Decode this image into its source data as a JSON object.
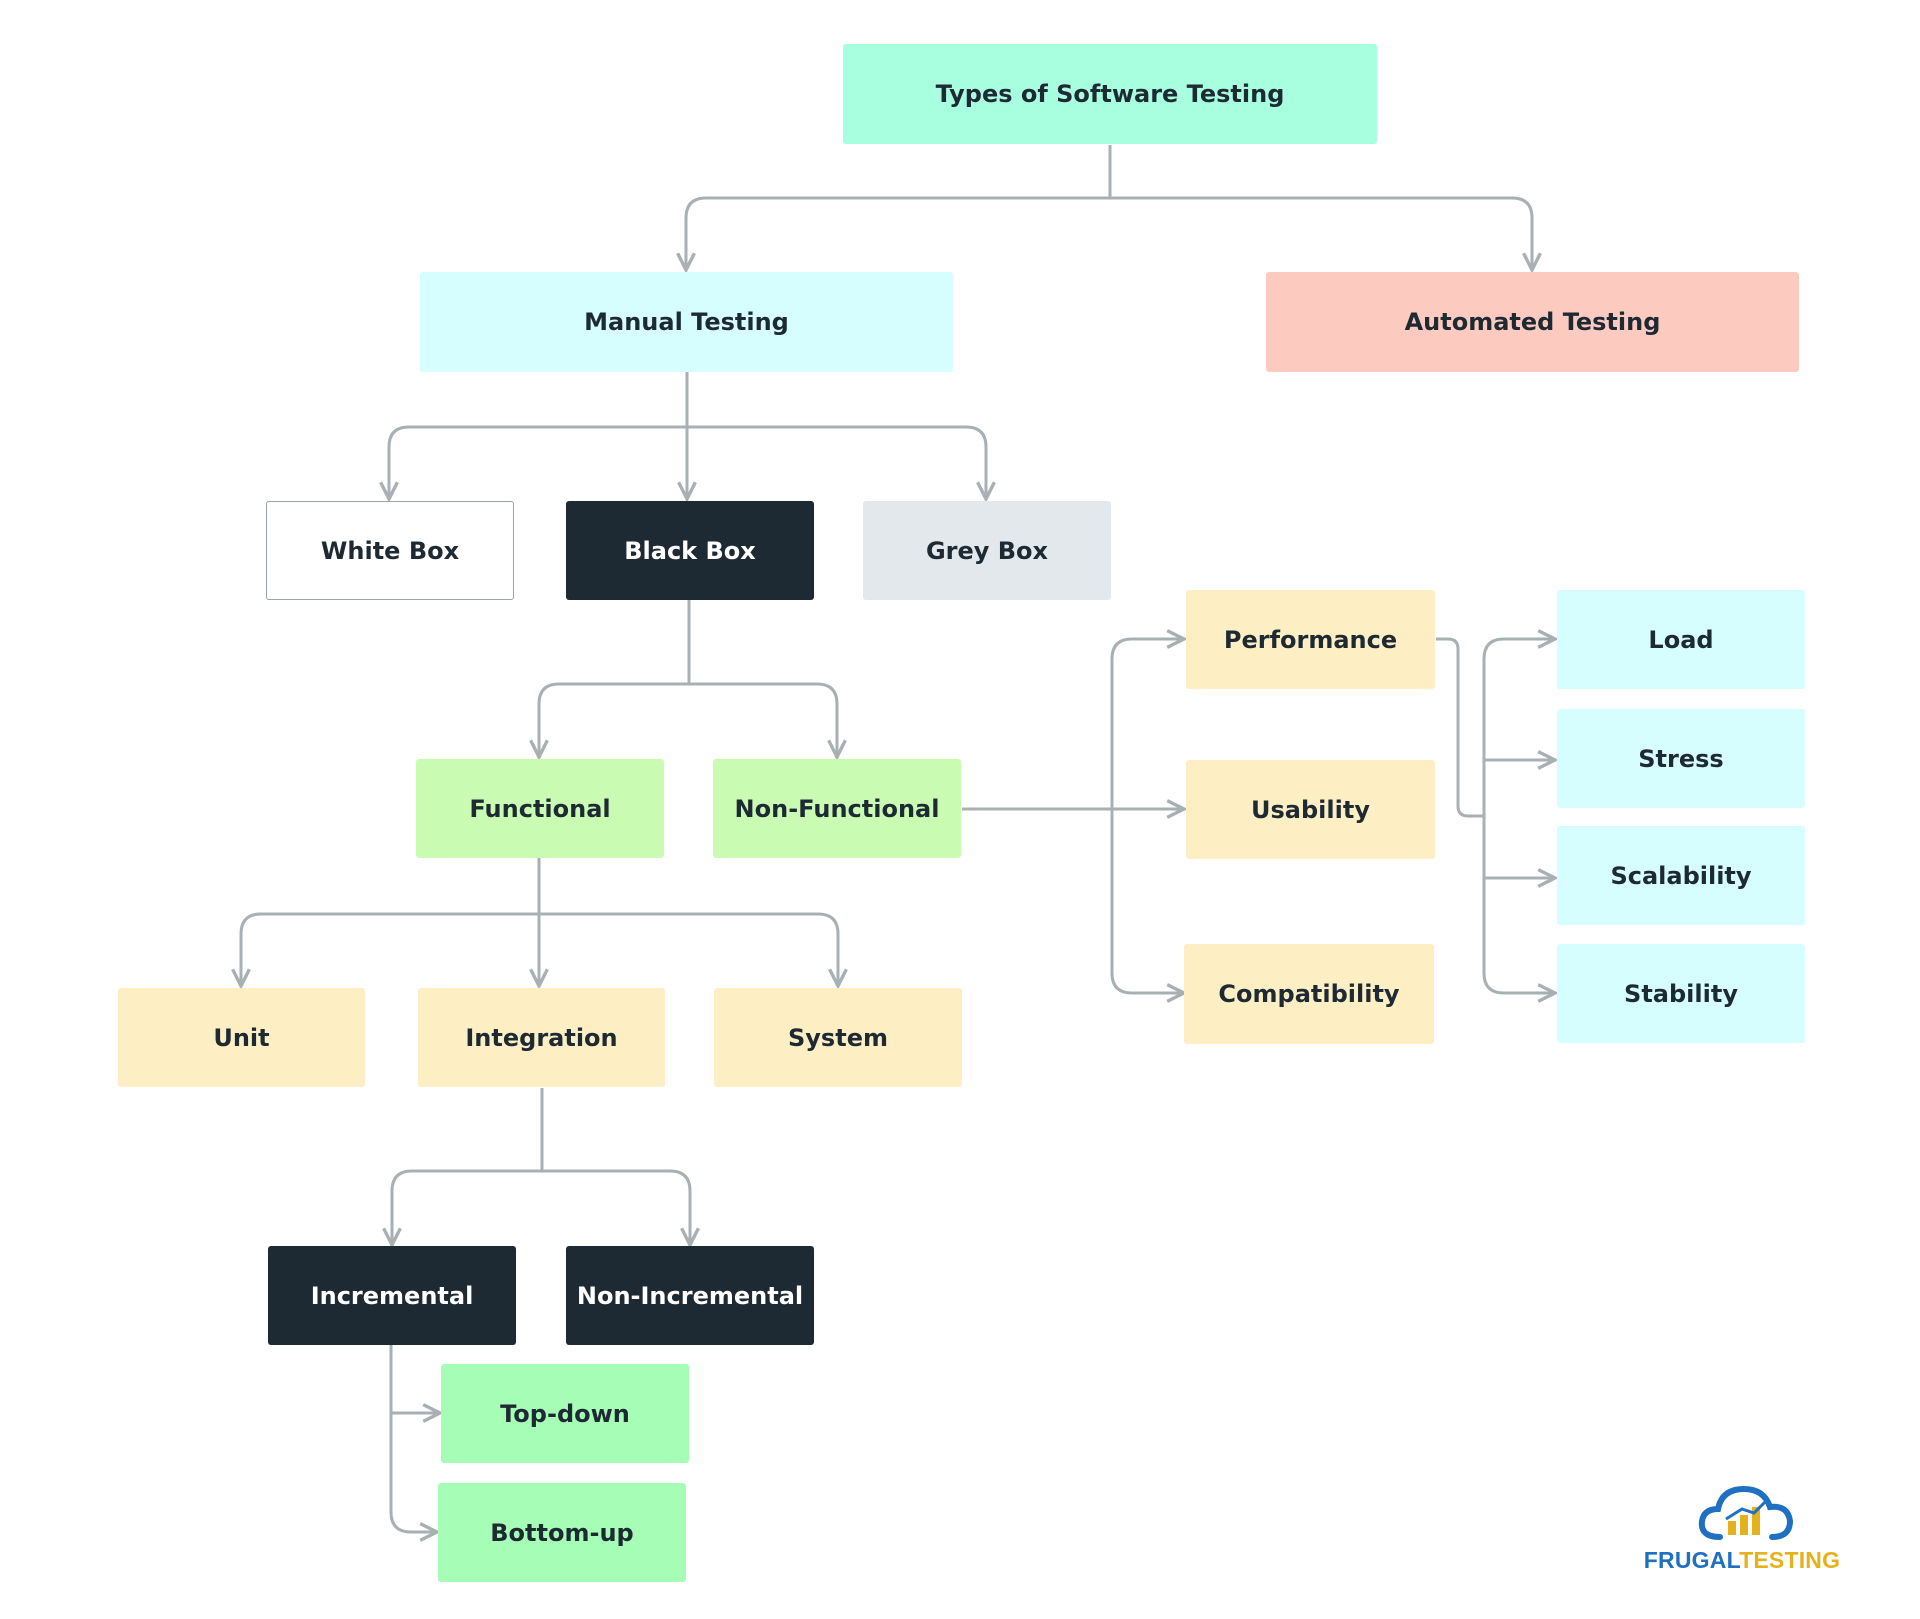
{
  "nodes": {
    "root": "Types of Software Testing",
    "manual": "Manual Testing",
    "automated": "Automated Testing",
    "white_box": "White Box",
    "black_box": "Black Box",
    "grey_box": "Grey Box",
    "functional": "Functional",
    "non_functional": "Non-Functional",
    "unit": "Unit",
    "integration": "Integration",
    "system": "System",
    "incremental": "Incremental",
    "non_incremental": "Non-Incremental",
    "top_down": "Top-down",
    "bottom_up": "Bottom-up",
    "performance": "Performance",
    "usability": "Usability",
    "compatibility": "Compatibility",
    "load": "Load",
    "stress": "Stress",
    "scalability": "Scalability",
    "stability": "Stability"
  },
  "logo": {
    "part1": "FRUGAL",
    "part2": "TESTING",
    "icon": "cloud-bar-chart-logo"
  },
  "colors": {
    "mint": "#a8ffe0",
    "cyan": "#d6fdff",
    "salmon": "#fdcac0",
    "dark": "#1e2a33",
    "grey": "#e3e8ed",
    "green": "#c9fcb2",
    "yellow": "#fdefc3",
    "light_green": "#a6fdb6",
    "connector": "#a9b0b4"
  }
}
